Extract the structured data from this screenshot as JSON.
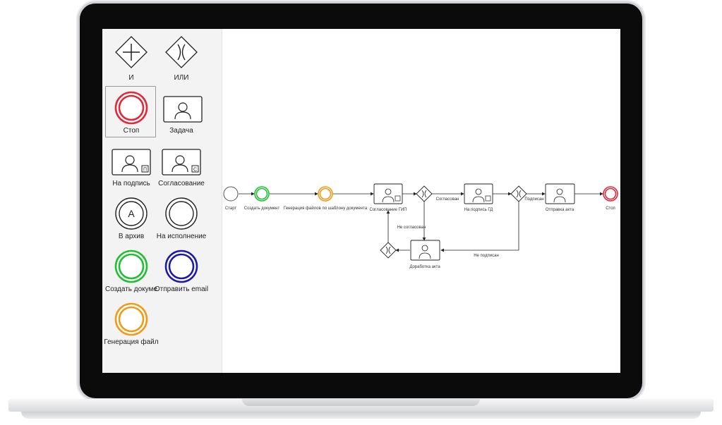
{
  "palette": {
    "items": [
      {
        "label": "И",
        "icon": "parallel-gateway-icon"
      },
      {
        "label": "ИЛИ",
        "icon": "exclusive-gateway-icon"
      },
      {
        "label": "Стоп",
        "icon": "stop-event-icon",
        "color": "#e02a3a"
      },
      {
        "label": "Задача",
        "icon": "user-task-icon"
      },
      {
        "label": "На подпись",
        "icon": "sign-task-icon"
      },
      {
        "label": "Согласование",
        "icon": "approval-task-icon"
      },
      {
        "label": "В архив",
        "icon": "archive-event-icon",
        "marker": "A"
      },
      {
        "label": "На исполнение",
        "icon": "execution-event-icon"
      },
      {
        "label": "Создать докуме",
        "icon": "create-document-event-icon",
        "color": "#1fbf32"
      },
      {
        "label": "Отправить email",
        "icon": "send-email-event-icon",
        "color": "#1b1ba8"
      },
      {
        "label": "Генерация файл",
        "icon": "file-generation-event-icon",
        "color": "#f09a1a"
      }
    ]
  },
  "diagram": {
    "nodes": {
      "start": "Старт",
      "create_doc": "Создать документ",
      "generate_files": "Генерация файлов по шаблону документа",
      "approval_gip": "Согласование ГИП",
      "sign_gd": "На подпись ГД",
      "send_act": "Отправка акта",
      "stop": "Стоп",
      "revise_act": "Доработка акта"
    },
    "edges": {
      "approved": "Согласован",
      "signed": "Подписан",
      "not_approved": "Не согласован",
      "not_signed": "Не подписан"
    },
    "marker_approval": "С",
    "marker_sign": "П",
    "colors": {
      "start": "#555555",
      "create": "#1fbf32",
      "generate": "#f09a1a",
      "stop": "#e02a3a"
    }
  }
}
